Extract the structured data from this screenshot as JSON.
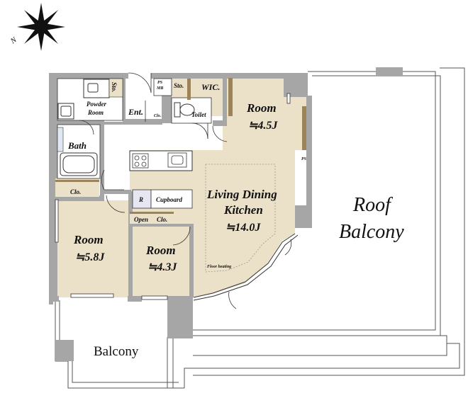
{
  "compass": {
    "north_label": "N"
  },
  "rooms": {
    "room_top": {
      "label": "Room",
      "area": "≒4.5J"
    },
    "living": {
      "label_line1": "Living Dining",
      "label_line2": "Kitchen",
      "area": "≒14.0J",
      "note": "Floor heating"
    },
    "room_left": {
      "label": "Room",
      "area": "≒5.8J"
    },
    "room_mid": {
      "label": "Room",
      "area": "≒4.3J"
    },
    "bath": {
      "label": "Bath"
    },
    "powder": {
      "label_line1": "Powder",
      "label_line2": "Room"
    },
    "ent": {
      "label": "Ent."
    },
    "toilet": {
      "label": "Toilet"
    },
    "wic": {
      "label": "WIC."
    },
    "sto_top": {
      "label": "Sto."
    },
    "sto_side": {
      "label": "Sto."
    },
    "ps_mb": {
      "line1": "PS",
      "line2": "MB"
    },
    "clo_bath": {
      "label": "Clo."
    },
    "clo_ent": {
      "label": "Clo."
    },
    "clo_room": {
      "label": "Clo."
    },
    "open": {
      "label": "Open"
    },
    "cupboard": {
      "label": "Cupboard"
    },
    "refrigerator": {
      "label": "R"
    },
    "ps_small": {
      "label": "PS"
    }
  },
  "outdoor": {
    "roof_line1": "Roof",
    "roof_line2": "Balcony",
    "balcony": "Balcony"
  },
  "colors": {
    "wall": "#a6a6a6",
    "room_fill": "#ebe0c8",
    "wet_fill": "#ffffff",
    "cabinet": "#9c8358"
  }
}
